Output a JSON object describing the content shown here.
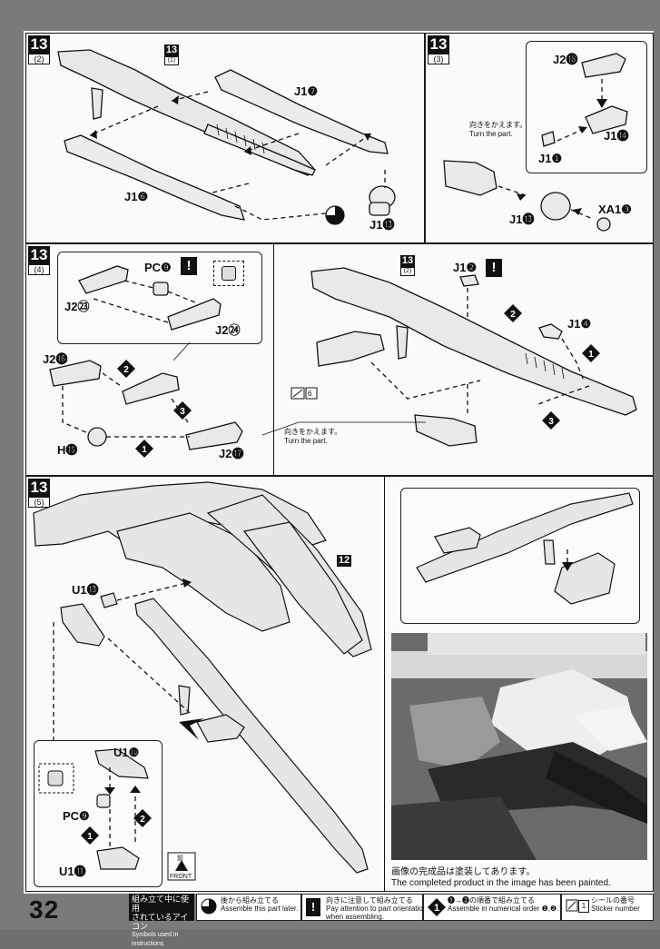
{
  "page": {
    "number": "32"
  },
  "steps": {
    "s13_2": {
      "num": "13",
      "sub": "(2)",
      "ref_num": "13",
      "ref_sub": "(1)",
      "parts": [
        "J1❼",
        "J1❻",
        "J1⓭"
      ]
    },
    "s13_3": {
      "num": "13",
      "sub": "(3)",
      "parts": [
        "J2⓲",
        "J1⓮",
        "J1❶",
        "J1⓭",
        "XA1❸"
      ],
      "turn_jp": "向きをかえます。",
      "turn_en": "Turn the part."
    },
    "s13_4": {
      "num": "13",
      "sub": "(4)",
      "ref_num": "13",
      "ref_sub": "(2)",
      "parts": [
        "PC❾",
        "J2㉓",
        "J2㉔",
        "J2⓰",
        "H⓯",
        "J2⓱",
        "J1❷",
        "J1❹"
      ],
      "sticker": "6",
      "turn_jp": "向きをかえます。",
      "turn_en": "Turn the part."
    },
    "s13_5": {
      "num": "13",
      "sub": "(5)",
      "ref_num": "12",
      "parts": [
        "U1⓭",
        "U1❿",
        "PC❾",
        "U1⓫"
      ],
      "front_jp": "前",
      "front_en": "FRONT"
    }
  },
  "photo_caption": {
    "jp": "画像の完成品は塗装してあります。",
    "en": "The completed product in the image has been painted."
  },
  "legend": {
    "title_jp1": "組み立て中に使用",
    "title_jp2": "されているアイコン",
    "title_en": "Symbols used in instructions",
    "items": [
      {
        "jp": "後から組み立てる",
        "en": "Assemble this part later."
      },
      {
        "jp": "向きに注意して組み立てる",
        "en1": "Pay attention to part orientation",
        "en2": "when assembling."
      },
      {
        "jp": "❶→❷の順番で組み立てる",
        "en": "Assemble in numerical order ❶,❷."
      },
      {
        "jp": "シールの番号",
        "en": "Sticker number",
        "num": "1"
      }
    ]
  },
  "colors": {
    "ink": "#111111",
    "paper": "#fafafa",
    "part_fill": "#e6e6e6"
  }
}
